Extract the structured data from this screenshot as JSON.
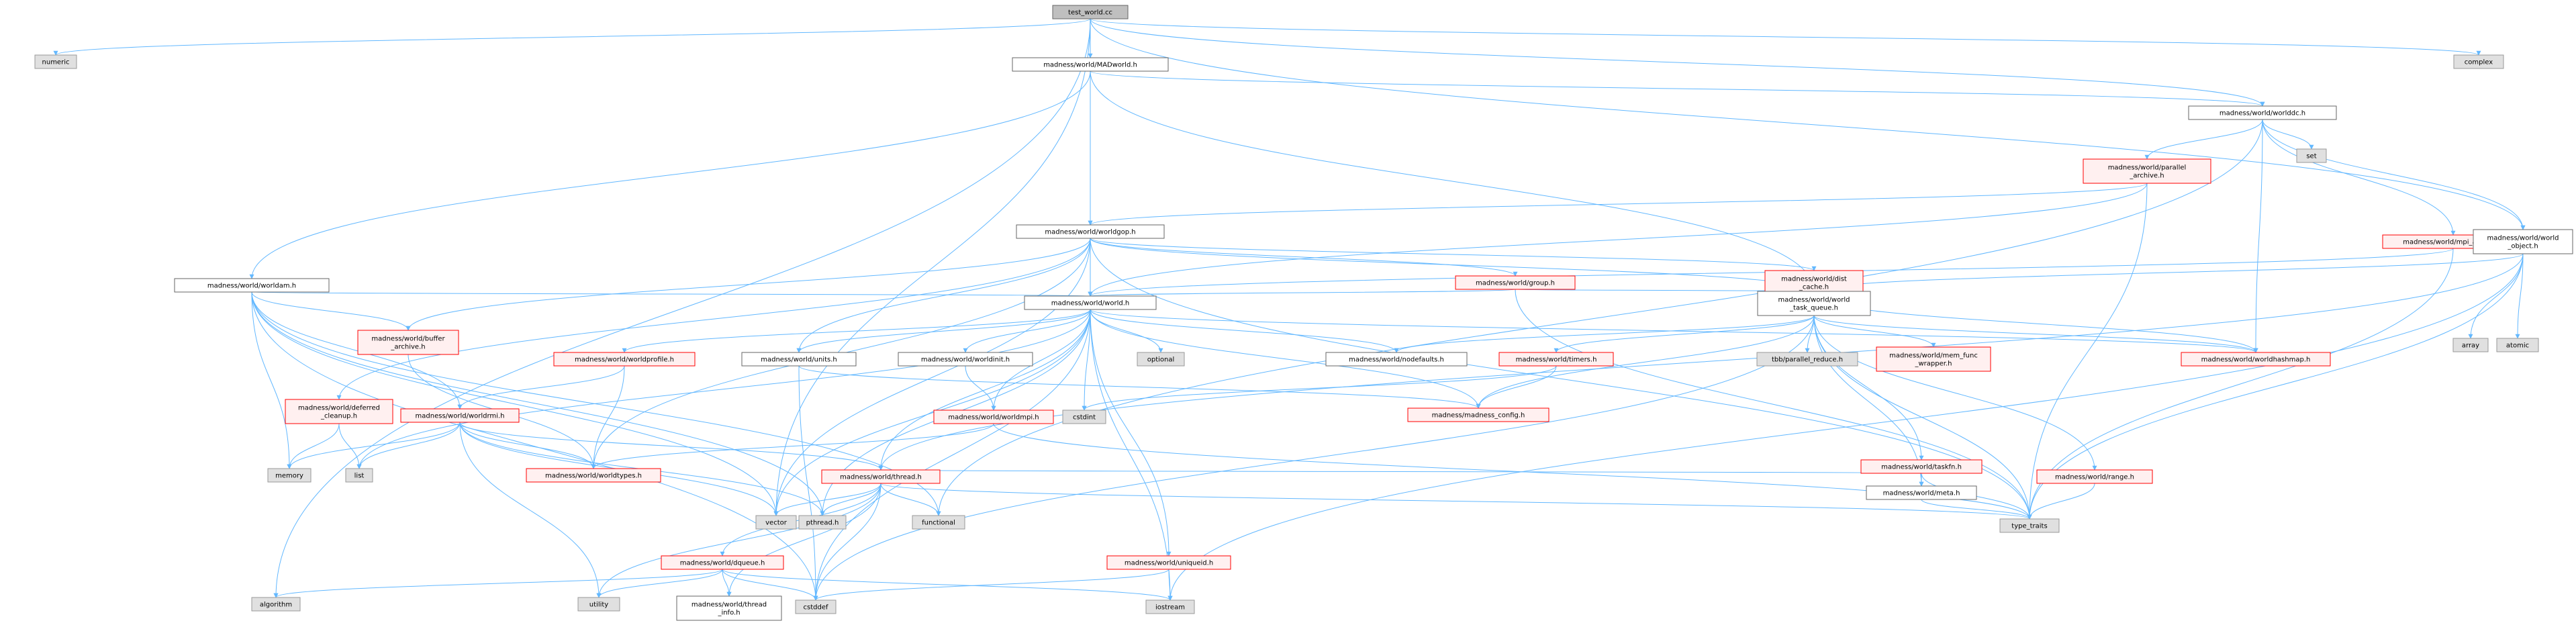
{
  "title": "test_world.cc",
  "colors": {
    "edge": "#63b8ff",
    "root_fill": "#bfbfbf",
    "ext_fill": "#e0e0e0",
    "ext_border": "#999999",
    "node_fill": "#ffffff",
    "node_border": "#666666",
    "missing_border": "#ff0000",
    "missing_fill": "#fff0f0"
  },
  "nodes": [
    {
      "id": "n_root",
      "kind": "root",
      "lines": [
        "test_world.cc"
      ]
    },
    {
      "id": "n_numeric",
      "kind": "ext",
      "lines": [
        "numeric"
      ]
    },
    {
      "id": "n_complex",
      "kind": "ext",
      "lines": [
        "complex"
      ]
    },
    {
      "id": "n_madworld",
      "kind": "normal",
      "lines": [
        "madness/world/MADworld.h"
      ]
    },
    {
      "id": "n_worlddc",
      "kind": "normal",
      "lines": [
        "madness/world/worlddc.h"
      ]
    },
    {
      "id": "n_set",
      "kind": "ext",
      "lines": [
        "set"
      ]
    },
    {
      "id": "n_parallel_archive",
      "kind": "missing",
      "lines": [
        "madness/world/parallel",
        "_archive.h"
      ]
    },
    {
      "id": "n_worldgop",
      "kind": "normal",
      "lines": [
        "madness/world/worldgop.h"
      ]
    },
    {
      "id": "n_worlddam",
      "kind": "normal",
      "lines": [
        "madness/world/worldam.h"
      ]
    },
    {
      "id": "n_mpi_archive",
      "kind": "missing",
      "lines": [
        "madness/world/mpi_archive.h"
      ]
    },
    {
      "id": "n_world_object",
      "kind": "normal",
      "lines": [
        "madness/world/world",
        "_object.h"
      ]
    },
    {
      "id": "n_group",
      "kind": "missing",
      "lines": [
        "madness/world/group.h"
      ]
    },
    {
      "id": "n_dist_cache",
      "kind": "missing",
      "lines": [
        "madness/world/dist",
        "_cache.h"
      ]
    },
    {
      "id": "n_buffer_archive",
      "kind": "missing",
      "lines": [
        "madness/world/buffer",
        "_archive.h"
      ]
    },
    {
      "id": "n_world",
      "kind": "normal",
      "lines": [
        "madness/world/world.h"
      ]
    },
    {
      "id": "n_world_task_queue",
      "kind": "normal",
      "lines": [
        "madness/world/world",
        "_task_queue.h"
      ]
    },
    {
      "id": "n_array",
      "kind": "ext",
      "lines": [
        "array"
      ]
    },
    {
      "id": "n_atomic",
      "kind": "ext",
      "lines": [
        "atomic"
      ]
    },
    {
      "id": "n_worldprofile",
      "kind": "missing",
      "lines": [
        "madness/world/worldprofile.h"
      ]
    },
    {
      "id": "n_worldunits",
      "kind": "normal",
      "lines": [
        "madness/world/units.h"
      ]
    },
    {
      "id": "n_worldinit",
      "kind": "normal",
      "lines": [
        "madness/world/worldinit.h"
      ]
    },
    {
      "id": "n_optional",
      "kind": "ext",
      "lines": [
        "optional"
      ]
    },
    {
      "id": "n_nodefaults",
      "kind": "normal",
      "lines": [
        "madness/world/nodefaults.h"
      ]
    },
    {
      "id": "n_timers",
      "kind": "missing",
      "lines": [
        "madness/world/timers.h"
      ]
    },
    {
      "id": "n_tbb",
      "kind": "ext",
      "lines": [
        "tbb/parallel_reduce.h"
      ]
    },
    {
      "id": "n_mem_func",
      "kind": "missing",
      "lines": [
        "madness/world/mem_func",
        "_wrapper.h"
      ]
    },
    {
      "id": "n_worldhashmap",
      "kind": "missing",
      "lines": [
        "madness/world/worldhashmap.h"
      ]
    },
    {
      "id": "n_deferred_cleanup",
      "kind": "missing",
      "lines": [
        "madness/world/deferred",
        "_cleanup.h"
      ]
    },
    {
      "id": "n_worldrmi",
      "kind": "missing",
      "lines": [
        "madness/world/worldrmi.h"
      ]
    },
    {
      "id": "n_cstdint",
      "kind": "ext",
      "lines": [
        "cstdint"
      ]
    },
    {
      "id": "n_worldmpi",
      "kind": "missing",
      "lines": [
        "madness/world/worldmpi.h"
      ]
    },
    {
      "id": "n_madness_config",
      "kind": "missing",
      "lines": [
        "madness/madness_config.h"
      ]
    },
    {
      "id": "n_taskfn",
      "kind": "missing",
      "lines": [
        "madness/world/taskfn.h"
      ]
    },
    {
      "id": "n_memory",
      "kind": "ext",
      "lines": [
        "memory"
      ]
    },
    {
      "id": "n_list",
      "kind": "ext",
      "lines": [
        "list"
      ]
    },
    {
      "id": "n_worldtypes",
      "kind": "missing",
      "lines": [
        "madness/world/worldtypes.h"
      ]
    },
    {
      "id": "n_thread",
      "kind": "missing",
      "lines": [
        "madness/world/thread.h"
      ]
    },
    {
      "id": "n_meta",
      "kind": "normal",
      "lines": [
        "madness/world/meta.h"
      ]
    },
    {
      "id": "n_range",
      "kind": "missing",
      "lines": [
        "madness/world/range.h"
      ]
    },
    {
      "id": "n_vector",
      "kind": "ext",
      "lines": [
        "vector"
      ]
    },
    {
      "id": "n_pthread",
      "kind": "ext",
      "lines": [
        "pthread.h"
      ]
    },
    {
      "id": "n_functional",
      "kind": "ext",
      "lines": [
        "functional"
      ]
    },
    {
      "id": "n_type_traits",
      "kind": "ext",
      "lines": [
        "type_traits"
      ]
    },
    {
      "id": "n_dqueue",
      "kind": "missing",
      "lines": [
        "madness/world/dqueue.h"
      ]
    },
    {
      "id": "n_uniqueid",
      "kind": "missing",
      "lines": [
        "madness/world/uniqueid.h"
      ]
    },
    {
      "id": "n_algorithm",
      "kind": "ext",
      "lines": [
        "algorithm"
      ]
    },
    {
      "id": "n_utility",
      "kind": "ext",
      "lines": [
        "utility"
      ]
    },
    {
      "id": "n_thread_info",
      "kind": "normal",
      "lines": [
        "madness/world/thread",
        "_info.h"
      ]
    },
    {
      "id": "n_cstddef",
      "kind": "ext",
      "lines": [
        "cstddef"
      ]
    },
    {
      "id": "n_iostream",
      "kind": "ext",
      "lines": [
        "iostream"
      ]
    }
  ],
  "edges": [
    [
      "n_root",
      "n_numeric"
    ],
    [
      "n_root",
      "n_complex"
    ],
    [
      "n_root",
      "n_madworld"
    ],
    [
      "n_root",
      "n_worlddc"
    ],
    [
      "n_root",
      "n_world_object"
    ],
    [
      "n_root",
      "n_algorithm"
    ],
    [
      "n_root",
      "n_vector"
    ],
    [
      "n_madworld",
      "n_worldgop"
    ],
    [
      "n_madworld",
      "n_worlddam"
    ],
    [
      "n_madworld",
      "n_world"
    ],
    [
      "n_madworld",
      "n_worlddc"
    ],
    [
      "n_madworld",
      "n_world_task_queue"
    ],
    [
      "n_worlddc",
      "n_set"
    ],
    [
      "n_worlddc",
      "n_parallel_archive"
    ],
    [
      "n_worlddc",
      "n_mpi_archive"
    ],
    [
      "n_worlddc",
      "n_world_object"
    ],
    [
      "n_worlddc",
      "n_worldhashmap"
    ],
    [
      "n_worlddc",
      "n_functional"
    ],
    [
      "n_parallel_archive",
      "n_worldgop"
    ],
    [
      "n_parallel_archive",
      "n_world"
    ],
    [
      "n_parallel_archive",
      "n_type_traits"
    ],
    [
      "n_worldgop",
      "n_group"
    ],
    [
      "n_worldgop",
      "n_dist_cache"
    ],
    [
      "n_worldgop",
      "n_buffer_archive"
    ],
    [
      "n_worldgop",
      "n_world"
    ],
    [
      "n_worldgop",
      "n_world_task_queue"
    ],
    [
      "n_worldgop",
      "n_deferred_cleanup"
    ],
    [
      "n_worldgop",
      "n_worldunits"
    ],
    [
      "n_worldgop",
      "n_type_traits"
    ],
    [
      "n_worldgop",
      "n_worldtypes"
    ],
    [
      "n_worldgop",
      "n_vector"
    ],
    [
      "n_worlddam",
      "n_buffer_archive"
    ],
    [
      "n_worlddam",
      "n_world"
    ],
    [
      "n_worlddam",
      "n_worldrmi"
    ],
    [
      "n_worlddam",
      "n_memory"
    ],
    [
      "n_worlddam",
      "n_vector"
    ],
    [
      "n_worlddam",
      "n_functional"
    ],
    [
      "n_worlddam",
      "n_pthread"
    ],
    [
      "n_worlddam",
      "n_cstddef"
    ],
    [
      "n_mpi_archive",
      "n_world"
    ],
    [
      "n_mpi_archive",
      "n_type_traits"
    ],
    [
      "n_world_object",
      "n_world_task_queue"
    ],
    [
      "n_world_object",
      "n_array"
    ],
    [
      "n_world_object",
      "n_atomic"
    ],
    [
      "n_world_object",
      "n_type_traits"
    ],
    [
      "n_world_object",
      "n_thread"
    ],
    [
      "n_world_object",
      "n_iostream"
    ],
    [
      "n_group",
      "n_world"
    ],
    [
      "n_group",
      "n_world_task_queue"
    ],
    [
      "n_group",
      "n_type_traits"
    ],
    [
      "n_dist_cache",
      "n_worldhashmap"
    ],
    [
      "n_buffer_archive",
      "n_worldtypes"
    ],
    [
      "n_world",
      "n_worldprofile"
    ],
    [
      "n_world",
      "n_worldunits"
    ],
    [
      "n_world",
      "n_worldinit"
    ],
    [
      "n_world",
      "n_optional"
    ],
    [
      "n_world",
      "n_nodefaults"
    ],
    [
      "n_world",
      "n_worldhashmap"
    ],
    [
      "n_world",
      "n_worldmpi"
    ],
    [
      "n_world",
      "n_madness_config"
    ],
    [
      "n_world",
      "n_cstdint"
    ],
    [
      "n_world",
      "n_thread"
    ],
    [
      "n_world",
      "n_uniqueid"
    ],
    [
      "n_world",
      "n_iostream"
    ],
    [
      "n_world",
      "n_cstddef"
    ],
    [
      "n_world",
      "n_list"
    ],
    [
      "n_world",
      "n_vector"
    ],
    [
      "n_world",
      "n_pthread"
    ],
    [
      "n_world_task_queue",
      "n_nodefaults"
    ],
    [
      "n_world_task_queue",
      "n_timers"
    ],
    [
      "n_world_task_queue",
      "n_tbb"
    ],
    [
      "n_world_task_queue",
      "n_mem_func"
    ],
    [
      "n_world_task_queue",
      "n_worldhashmap"
    ],
    [
      "n_world_task_queue",
      "n_taskfn"
    ],
    [
      "n_world_task_queue",
      "n_meta"
    ],
    [
      "n_world_task_queue",
      "n_range"
    ],
    [
      "n_world_task_queue",
      "n_madness_config"
    ],
    [
      "n_world_task_queue",
      "n_type_traits"
    ],
    [
      "n_world_task_queue",
      "n_cstddef"
    ],
    [
      "n_worldprofile",
      "n_worldrmi"
    ],
    [
      "n_worldprofile",
      "n_worldtypes"
    ],
    [
      "n_worldunits",
      "n_madness_config"
    ],
    [
      "n_worldunits",
      "n_cstddef"
    ],
    [
      "n_worldinit",
      "n_worldmpi"
    ],
    [
      "n_timers",
      "n_madness_config"
    ],
    [
      "n_timers",
      "n_cstdint"
    ],
    [
      "n_deferred_cleanup",
      "n_memory"
    ],
    [
      "n_deferred_cleanup",
      "n_list"
    ],
    [
      "n_worldrmi",
      "n_thread"
    ],
    [
      "n_worldrmi",
      "n_worldtypes"
    ],
    [
      "n_worldrmi",
      "n_memory"
    ],
    [
      "n_worldrmi",
      "n_list"
    ],
    [
      "n_worldrmi",
      "n_utility"
    ],
    [
      "n_worldrmi",
      "n_pthread"
    ],
    [
      "n_worldrmi",
      "n_vector"
    ],
    [
      "n_worldmpi",
      "n_worldtypes"
    ],
    [
      "n_worldmpi",
      "n_type_traits"
    ],
    [
      "n_taskfn",
      "n_thread"
    ],
    [
      "n_taskfn",
      "n_meta"
    ],
    [
      "n_taskfn",
      "n_type_traits"
    ],
    [
      "n_thread",
      "n_dqueue"
    ],
    [
      "n_thread",
      "n_vector"
    ],
    [
      "n_thread",
      "n_pthread"
    ],
    [
      "n_thread",
      "n_functional"
    ],
    [
      "n_thread",
      "n_type_traits"
    ],
    [
      "n_thread",
      "n_thread_info"
    ],
    [
      "n_thread",
      "n_cstddef"
    ],
    [
      "n_thread",
      "n_utility"
    ],
    [
      "n_meta",
      "n_type_traits"
    ],
    [
      "n_range",
      "n_type_traits"
    ],
    [
      "n_dqueue",
      "n_algorithm"
    ],
    [
      "n_dqueue",
      "n_utility"
    ],
    [
      "n_dqueue",
      "n_thread_info"
    ],
    [
      "n_dqueue",
      "n_cstddef"
    ],
    [
      "n_dqueue",
      "n_iostream"
    ],
    [
      "n_uniqueid",
      "n_cstddef"
    ],
    [
      "n_uniqueid",
      "n_iostream"
    ]
  ]
}
